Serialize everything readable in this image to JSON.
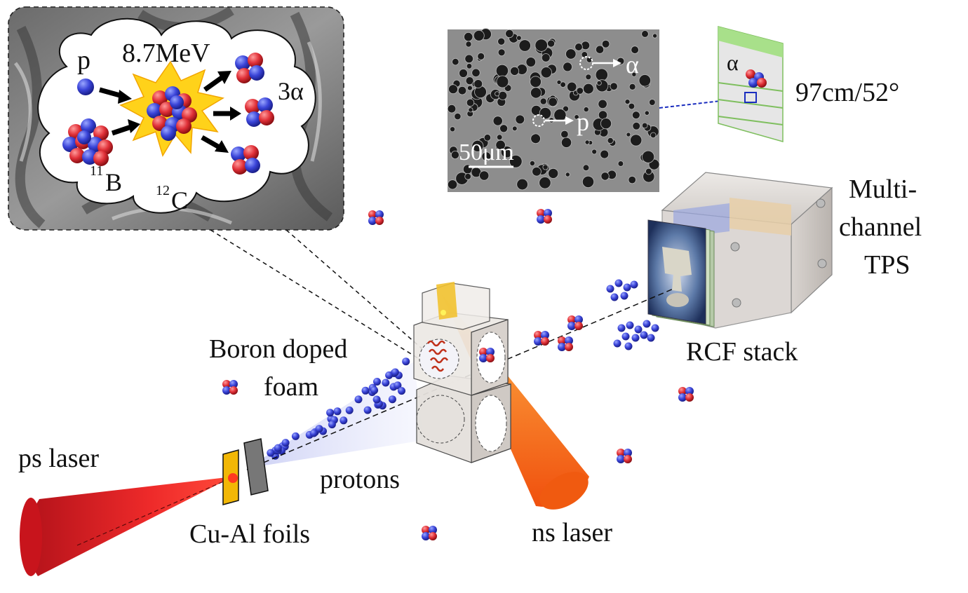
{
  "labels": {
    "energy": "8.7MeV",
    "proton_symbol": "p",
    "three_alpha": "3α",
    "boron_mass": "11",
    "boron_symbol": "B",
    "carbon_mass": "12",
    "carbon_symbol": "C",
    "micro_alpha": "α",
    "micro_proton": "p",
    "scale_bar": "50μm",
    "cr39_alpha": "α",
    "detector_position": "97cm/52°",
    "tps_line1": "Multi-",
    "tps_line2": "channel",
    "tps_line3": "TPS",
    "rcf_stack": "RCF stack",
    "boron_foam_line1": "Boron doped",
    "boron_foam_line2": "foam",
    "ps_laser": "ps laser",
    "protons": "protons",
    "foils": "Cu-Al foils",
    "ns_laser": "ns laser"
  },
  "colors": {
    "proton": "#3a44d8",
    "neutron_red": "#e03038",
    "laser_red": "#e51d1d",
    "laser_orange": "#f26522",
    "starburst": "#ffd21a",
    "foil_gold": "#f2b705",
    "cr39_green": "#a8e08a",
    "dash_blue": "#1a2dbf"
  }
}
